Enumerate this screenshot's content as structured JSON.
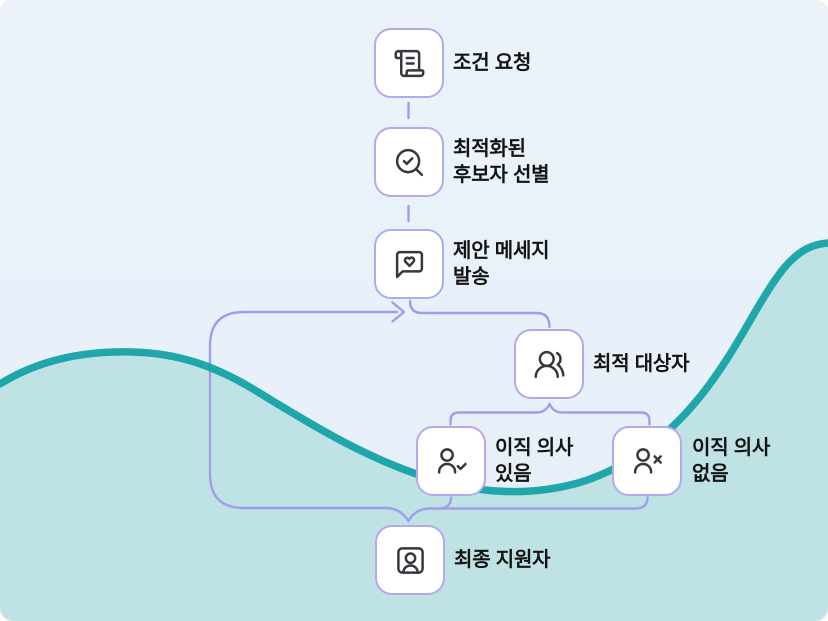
{
  "diagram": {
    "nodes": [
      {
        "id": "condition-request",
        "icon": "scroll-text-icon",
        "lines": [
          "조건 요청"
        ]
      },
      {
        "id": "optimized-candidate-screening",
        "icon": "search-check-icon",
        "lines": [
          "최적화된",
          "후보자 선별"
        ]
      },
      {
        "id": "proposal-message-send",
        "icon": "message-heart-icon",
        "lines": [
          "제안 메세지",
          "발송"
        ]
      },
      {
        "id": "best-targets",
        "icon": "users-icon",
        "lines": [
          "최적 대상자"
        ]
      },
      {
        "id": "willing-to-change-jobs",
        "icon": "user-check-icon",
        "lines": [
          "이직 의사",
          "있음"
        ]
      },
      {
        "id": "unwilling-to-change-jobs",
        "icon": "user-x-icon",
        "lines": [
          "이직 의사",
          "없음"
        ]
      },
      {
        "id": "final-applicants",
        "icon": "id-card-user-icon",
        "lines": [
          "최종 지원자"
        ]
      }
    ],
    "colors": {
      "background": "#e9f1f9",
      "wave_fill": "#bfe3e5",
      "wave_stroke": "#17a3a8",
      "connector": "#a49ce8",
      "node_border": "#b3aaec",
      "node_background": "#ffffff",
      "icon": "#35393d",
      "label_text": "#141414"
    }
  }
}
